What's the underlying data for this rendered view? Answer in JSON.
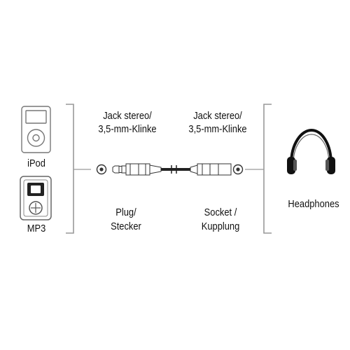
{
  "devices": {
    "ipod_label": "iPod",
    "mp3_label": "MP3"
  },
  "plug": {
    "type_line1": "Jack stereo/",
    "type_line2": "3,5-mm-Klinke",
    "name_line1": "Plug/",
    "name_line2": "Stecker"
  },
  "socket": {
    "type_line1": "Jack stereo/",
    "type_line2": "3,5-mm-Klinke",
    "name_line1": "Socket /",
    "name_line2": "Kupplung"
  },
  "output": {
    "label": "Headphones"
  },
  "icons": {
    "ipod": "ipod-icon",
    "mp3": "mp3-player-icon",
    "headphones": "headphones-icon",
    "plug": "jack-plug-icon",
    "socket": "jack-socket-icon"
  }
}
